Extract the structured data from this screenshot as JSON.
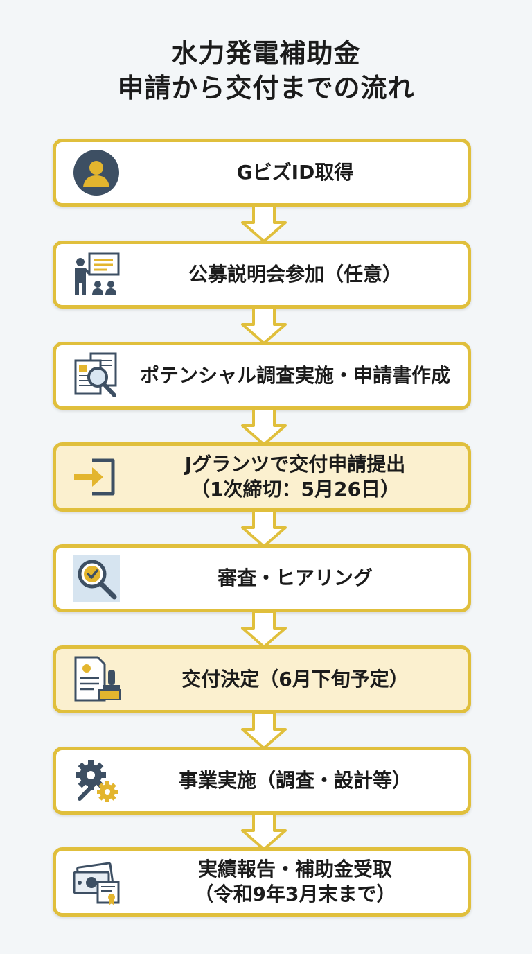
{
  "title": {
    "line1": "水力発電補助金",
    "line2": "申請から交付までの流れ"
  },
  "steps": [
    {
      "icon": "user-avatar-icon",
      "line1": "GビズID取得",
      "line2": ""
    },
    {
      "icon": "presentation-audience-icon",
      "line1": "公募説明会参加（任意）",
      "line2": ""
    },
    {
      "icon": "document-magnifier-icon",
      "line1": "ポテンシャル調査実施・申請書作成",
      "line2": ""
    },
    {
      "icon": "sign-in-arrow-icon",
      "line1": "Jグランツで交付申請提出",
      "line2": "（1次締切：5月26日）"
    },
    {
      "icon": "magnifier-check-icon",
      "line1": "審査・ヒアリング",
      "line2": ""
    },
    {
      "icon": "document-stamp-icon",
      "line1": "交付決定（6月下旬予定）",
      "line2": ""
    },
    {
      "icon": "gears-wrench-icon",
      "line1": "事業実施（調査・設計等）",
      "line2": ""
    },
    {
      "icon": "money-certificate-icon",
      "line1": "実績報告・補助金受取",
      "line2": "（令和9年3月末まで）"
    }
  ],
  "colors": {
    "border": "#e0bf3c",
    "highlight_bg": "#fbf0cf",
    "icon_dark": "#3d4f63",
    "icon_gold": "#e3b52e"
  }
}
